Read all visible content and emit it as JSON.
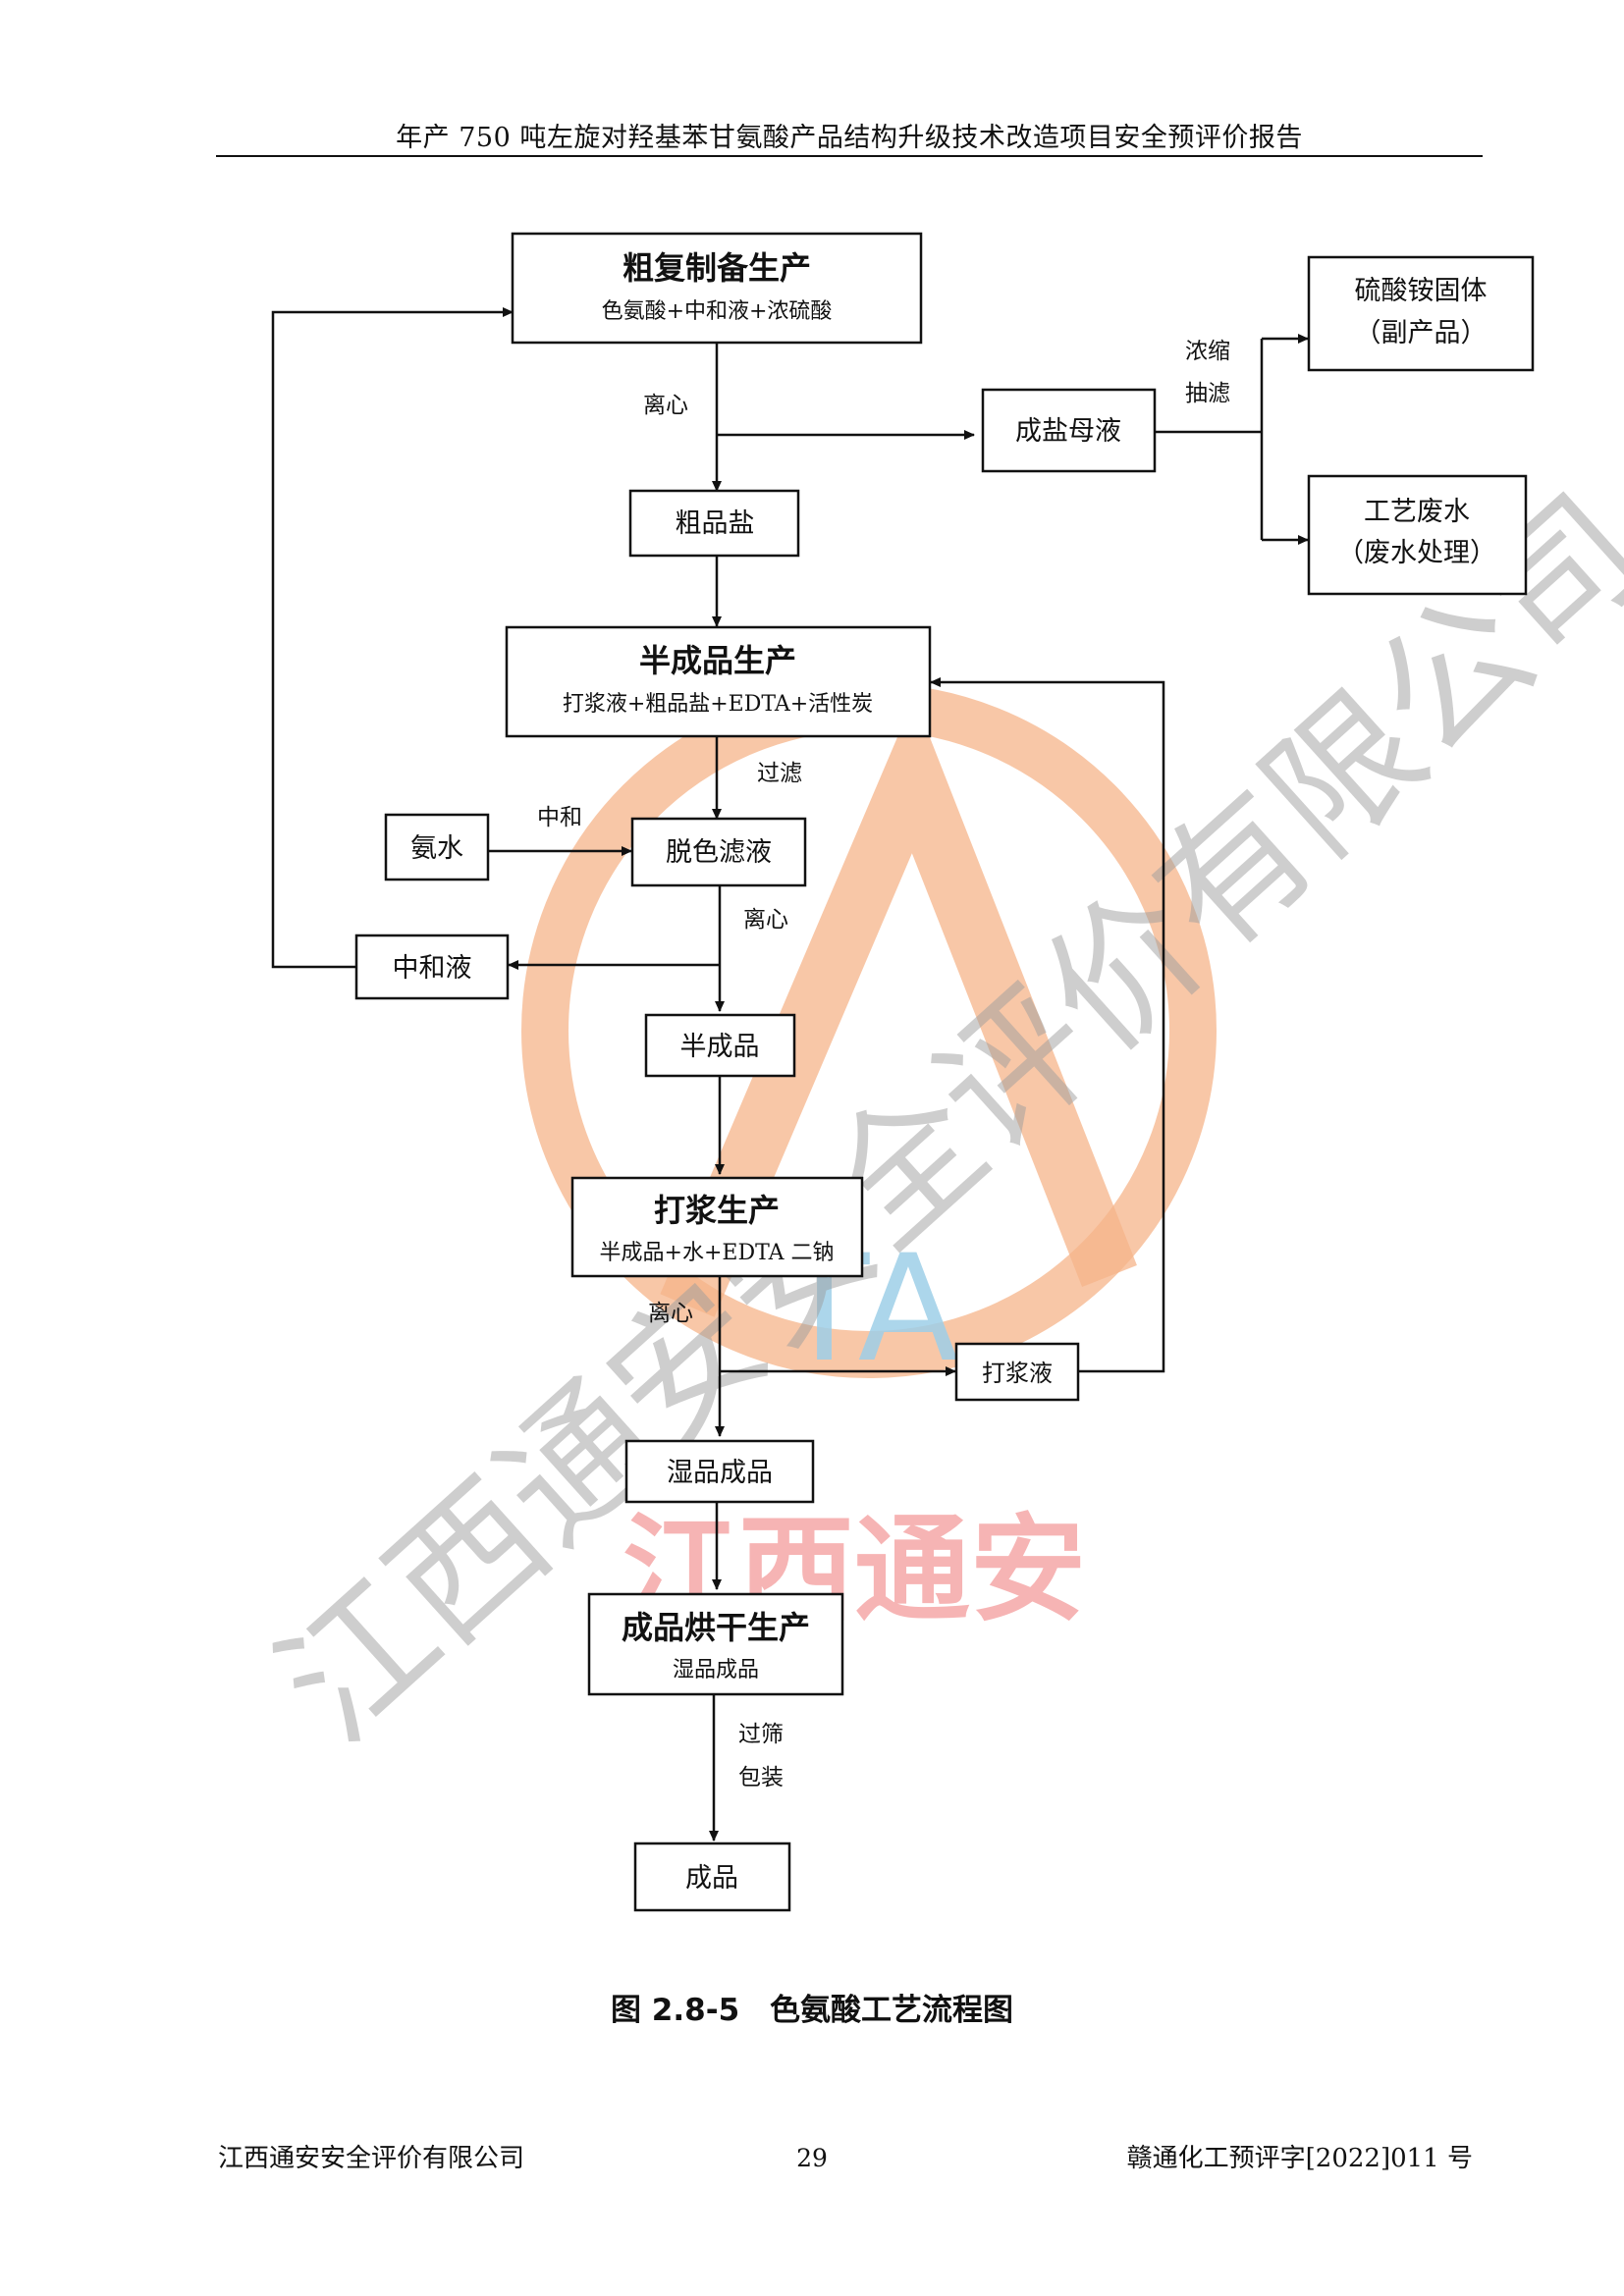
{
  "header": {
    "title": "年产 750 吨左旋对羟基苯甘氨酸产品结构升级技术改造项目安全预评价报告"
  },
  "nodes": {
    "crude": {
      "title": "粗复制备生产",
      "sub": "色氨酸+中和液+浓硫酸"
    },
    "salt_mother": {
      "label": "成盐母液"
    },
    "ammonium_sulfate": {
      "line1": "硫酸铵固体",
      "line2": "（副产品）"
    },
    "waste_water": {
      "line1": "工艺废水",
      "line2": "（废水处理）"
    },
    "crude_salt": {
      "label": "粗品盐"
    },
    "semi_prod": {
      "title": "半成品生产",
      "sub": "打浆液+粗品盐+EDTA+活性炭"
    },
    "ammonia": {
      "label": "氨水"
    },
    "decolor": {
      "label": "脱色滤液"
    },
    "neutral_liquid": {
      "label": "中和液"
    },
    "semi": {
      "label": "半成品"
    },
    "pulping": {
      "title": "打浆生产",
      "sub": "半成品+水+EDTA 二钠"
    },
    "pulp_liquid": {
      "label": "打浆液"
    },
    "wet": {
      "label": "湿品成品"
    },
    "drying": {
      "title": "成品烘干生产",
      "sub": "湿品成品"
    },
    "final": {
      "label": "成品"
    }
  },
  "edge_labels": {
    "centrifuge_1": "离心",
    "concentrate": "浓缩",
    "suction_filter": "抽滤",
    "filter": "过滤",
    "neutralize": "中和",
    "centrifuge_2": "离心",
    "centrifuge_3": "离心",
    "sieve": "过筛",
    "pack": "包装"
  },
  "watermark": {
    "company_big": "江西通安安全评价有限公司",
    "company_short": "江西通安",
    "logo_letters": "TA"
  },
  "caption": {
    "figure_no": "图 2.8-5",
    "figure_title": "色氨酸工艺流程图"
  },
  "footer": {
    "company": "江西通安安全评价有限公司",
    "page": "29",
    "doc_no": "赣通化工预评字[2022]011 号"
  },
  "colors": {
    "line": "#111111",
    "watermark_gray": "#9e9e9e",
    "logo_orange": "#f6b48a",
    "logo_blue": "#9ecfe8",
    "watermark_red": "#f07878"
  }
}
